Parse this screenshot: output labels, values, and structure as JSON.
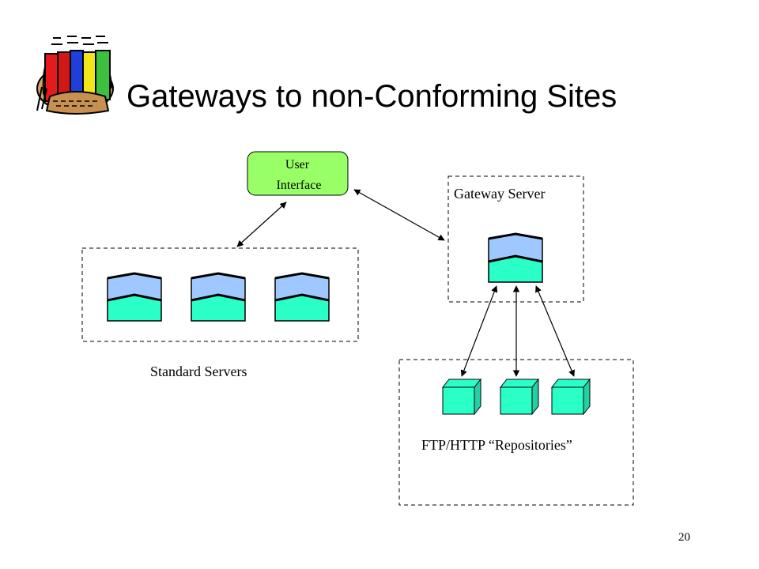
{
  "slide": {
    "title": "Gateways to non-Conforming Sites",
    "page_number": "20"
  },
  "diagram": {
    "user_interface": {
      "line1": "User",
      "line2": "Interface"
    },
    "gateway_label": "Gateway Server",
    "standard_label": "Standard Servers",
    "repositories_label": "FTP/HTTP “Repositories”"
  },
  "colors": {
    "server_top": "#9ec8ff",
    "server_bottom": "#2affc8",
    "ui_box": "#99ff66"
  }
}
